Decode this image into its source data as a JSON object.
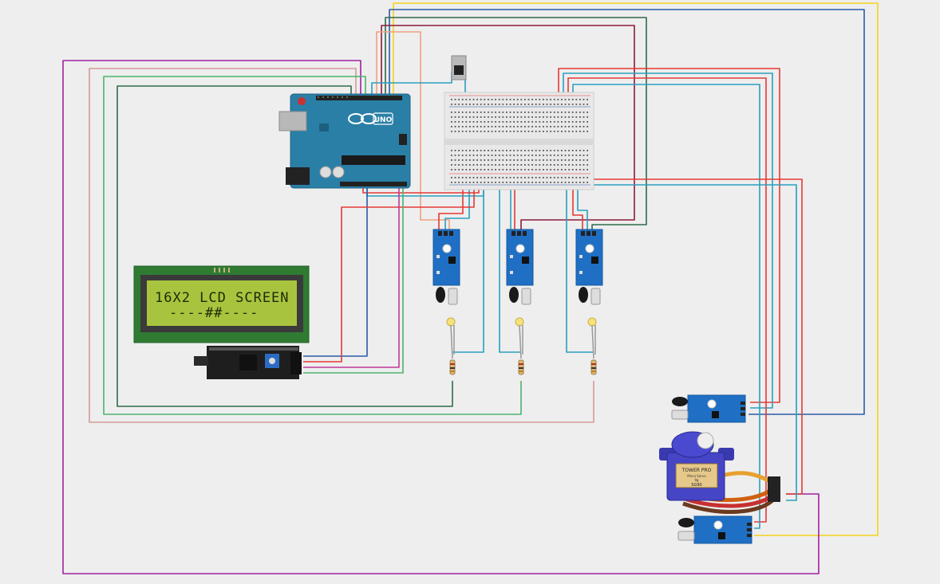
{
  "arduino": {
    "brand": "UNO"
  },
  "lcd": {
    "line1": "16X2 LCD SCREEN",
    "line2": "----##----"
  },
  "servo": {
    "brand": "TOWER PRO",
    "model_small": "Micro Servo",
    "weight": "9g",
    "model": "SG90"
  },
  "colors": {
    "background": "#eeeeee",
    "arduino_board": "#2a7fa6",
    "lcd_pcb": "#2f7b32",
    "lcd_screen": "#a8c43e",
    "sensor_pcb": "#1f6fc4",
    "wire_red": "#e53935",
    "wire_blue": "#2b5aa8",
    "wire_yellow": "#f3d21a",
    "wire_teal": "#2a9fbf",
    "wire_green": "#4db36b",
    "wire_darkgreen": "#2f6a4a",
    "wire_purple": "#a020a0",
    "wire_pink": "#d59a99",
    "wire_salmon": "#f0a080",
    "wire_darkred": "#8b1a3a"
  }
}
